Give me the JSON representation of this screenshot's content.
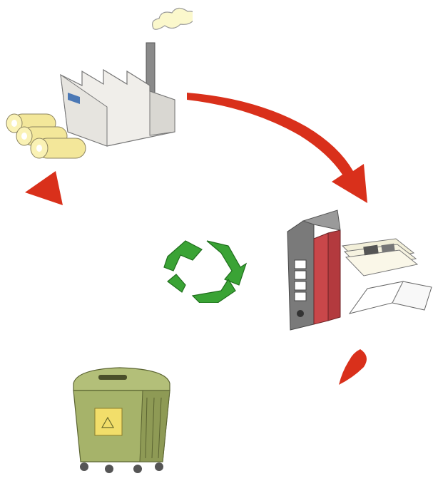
{
  "diagram": {
    "type": "recycling-cycle",
    "nodes": [
      {
        "id": "factory",
        "icon": "paper-factory-icon"
      },
      {
        "id": "paper-products",
        "icon": "books-and-newspapers-icon"
      },
      {
        "id": "recycling-bin",
        "icon": "paper-recycling-bin-icon"
      },
      {
        "id": "recycle-symbol",
        "icon": "recycle-symbol-icon"
      }
    ],
    "arrows": [
      {
        "from": "factory",
        "to": "paper-products"
      },
      {
        "from": "paper-products",
        "to": "recycling-bin"
      },
      {
        "from": "recycling-bin",
        "to": "factory"
      }
    ],
    "colors": {
      "arrow": "#d9301b",
      "recycle_symbol": "#3aa335",
      "bin": "#a6b36a",
      "bin_label": "#f2de6a",
      "paper_rolls": "#f3e79a",
      "factory_wall": "#f0eeea",
      "book_red": "#c9474a",
      "binder_grey": "#6e6e6e"
    }
  }
}
